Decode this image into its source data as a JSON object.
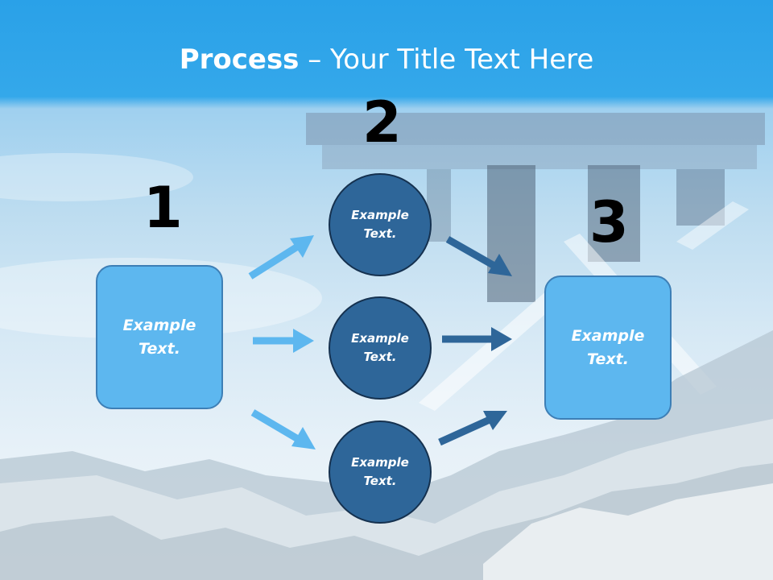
{
  "slide": {
    "title_bold": "Process",
    "title_rest": " – Your Title Text Here",
    "step_numbers": [
      "1",
      "2",
      "3"
    ],
    "start_box": "Example Text.",
    "middle_circles": [
      "Example Text.",
      "Example Text.",
      "Example Text."
    ],
    "end_box": "Example Text."
  },
  "colors": {
    "header": "#2aa1e8",
    "box_fill": "#5db7ef",
    "circle_fill": "#2e6699",
    "light_arrow": "#5db7ef",
    "dark_arrow": "#2e6699"
  }
}
